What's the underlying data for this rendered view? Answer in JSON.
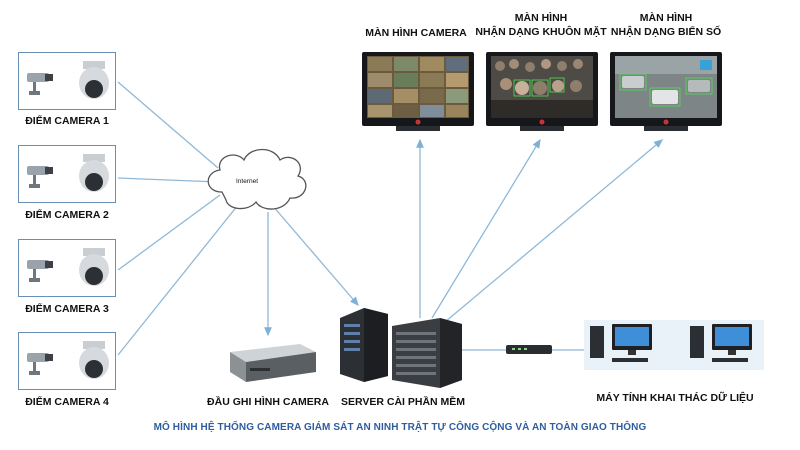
{
  "cameras": [
    {
      "label": "ĐIỂM CAMERA 1"
    },
    {
      "label": "ĐIỂM CAMERA 2"
    },
    {
      "label": "ĐIỂM CAMERA 3"
    },
    {
      "label": "ĐIỂM CAMERA 4"
    }
  ],
  "cloud": {
    "label": "Internet"
  },
  "monitors": [
    {
      "title_lines": [
        "MÀN HÌNH CAMERA"
      ]
    },
    {
      "title_lines": [
        "MÀN HÌNH",
        "NHẬN DẠNG KHUÔN MẶT"
      ]
    },
    {
      "title_lines": [
        "MÀN HÌNH",
        "NHẬN DẠNG BIỂN SỐ"
      ]
    }
  ],
  "recorder": {
    "label": "ĐẦU GHI HÌNH CAMERA"
  },
  "server": {
    "label": "SERVER CÀI PHẦN MỀM"
  },
  "workstations": {
    "label": "MÁY TÍNH KHAI THÁC DỮ LIỆU"
  },
  "caption": "MÔ HÌNH HỆ THỐNG CAMERA GIÁM SÁT AN NINH TRẬT TỰ CÔNG CỘNG VÀ AN TOÀN GIAO THÔNG",
  "colors": {
    "connector": "#8fb8d8",
    "caption": "#2f5d9e",
    "frame_border": "#6a8fb5"
  }
}
